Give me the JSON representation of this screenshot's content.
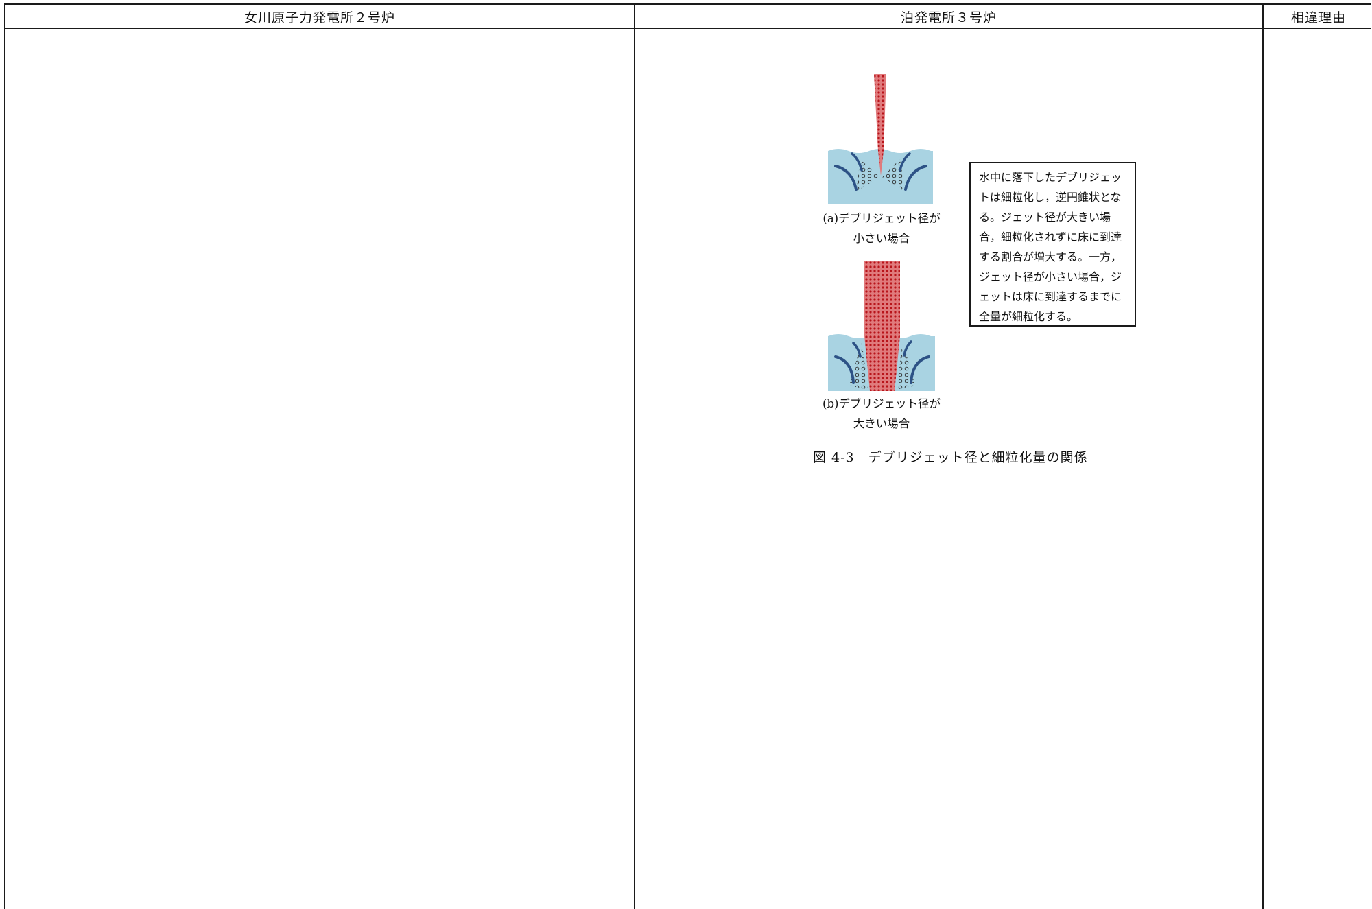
{
  "table": {
    "headers": [
      "女川原子力発電所２号炉",
      "泊発電所３号炉",
      "相違理由"
    ]
  },
  "figure": {
    "panel_a_caption": [
      "(a)デブリジェット径が",
      "小さい場合"
    ],
    "panel_b_caption": [
      "(b)デブリジェット径が",
      "大きい場合"
    ],
    "description": "水中に落下したデブリジェットは細粒化し，逆円錐状となる。ジェット径が大きい場合，細粒化されずに床に到達する割合が増大する。一方，ジェット径が小さい場合，ジェットは床に到達するまでに全量が細粒化する。",
    "title": "図 4-3　デブリジェット径と細粒化量の関係"
  },
  "colors": {
    "water": "#a9d3e2",
    "debris": "#d4393b",
    "streak": "#2d5286",
    "border": "#1a1a1a"
  }
}
